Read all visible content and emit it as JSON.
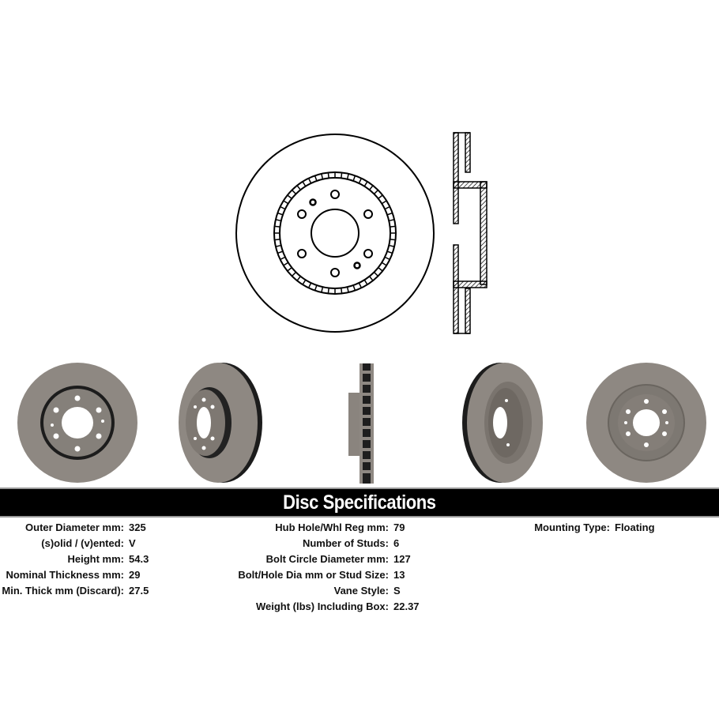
{
  "banner": {
    "title": "Disc Specifications"
  },
  "specs": {
    "column1": [
      {
        "label": "Outer Diameter mm:",
        "value": "325"
      },
      {
        "label": "(s)olid / (v)ented:",
        "value": "V"
      },
      {
        "label": "Height mm:",
        "value": "54.3"
      },
      {
        "label": "Nominal Thickness mm:",
        "value": "29"
      },
      {
        "label": "Min. Thick mm (Discard):",
        "value": "27.5"
      }
    ],
    "column2": [
      {
        "label": "Hub Hole/Whl Reg mm:",
        "value": "79"
      },
      {
        "label": "Number of Studs:",
        "value": "6"
      },
      {
        "label": "Bolt Circle Diameter mm:",
        "value": "127"
      },
      {
        "label": "Bolt/Hole Dia mm or Stud Size:",
        "value": "13"
      },
      {
        "label": "Vane Style:",
        "value": "S"
      },
      {
        "label": "Weight (lbs) Including Box:",
        "value": "22.37"
      }
    ],
    "column3": [
      {
        "label": "Mounting Type:",
        "value": "Floating"
      }
    ]
  },
  "colors": {
    "banner_bg": "#000000",
    "banner_text": "#ffffff",
    "disc_gray": "#8c8680",
    "disc_dark": "#1a1a1a"
  },
  "images": {
    "technical_drawing": "rotor-line-drawing-front-and-section",
    "photos": [
      "rotor-photo-front",
      "rotor-photo-angled-left",
      "rotor-photo-edge",
      "rotor-photo-angled-back",
      "rotor-photo-back"
    ]
  }
}
